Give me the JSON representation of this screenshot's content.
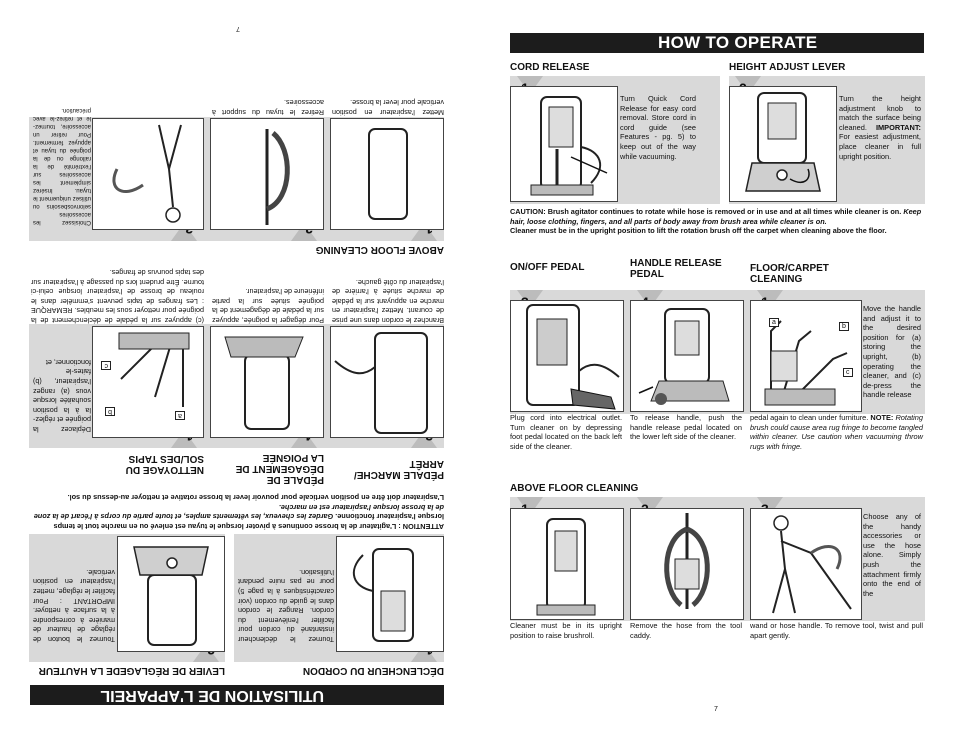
{
  "right": {
    "banner": "HOW TO OPERATE",
    "page_number": "7",
    "cord_release": {
      "title": "CORD RELEASE",
      "step": "1.",
      "text": "Turn Quick Cord Release for easy cord removal. Store cord in cord guide (see Features - pg. 5) to keep out of the way while vacuuming."
    },
    "height_adjust": {
      "title": "HEIGHT ADJUST LEVER",
      "step": "2.",
      "text_a": "Turn the height adjustment knob to match the surface being cleaned.",
      "important": "IMPORTANT:",
      "text_b": "For easiest adjustment, place cleaner in full upright position."
    },
    "caution": {
      "line1": "CAUTION: Brush agitator continues to rotate while hose is removed or in use and at all times while cleaner is on.",
      "line1_italic": "Keep hair, loose clothing, fingers, and all parts of body away from brush area while cleaner is on.",
      "line2": "Cleaner must be in the upright position to lift the rotation brush off the carpet when cleaning above the floor."
    },
    "onoff": {
      "title": "ON/OFF PEDAL",
      "step": "3.",
      "text": "Plug cord into electrical outlet. Turn cleaner on by depressing foot pedal located on the back left side of the cleaner."
    },
    "handle_release": {
      "title_line1": "HANDLE RELEASE",
      "title_line2": "PEDAL",
      "step": "4.",
      "text": "To release handle, push the handle release pedal located on the lower left side of the cleaner."
    },
    "floor_carpet": {
      "title_line1": "FLOOR/CARPET",
      "title_line2": "CLEANING",
      "step": "1.",
      "labels": [
        "a",
        "b",
        "c"
      ],
      "text_side": "Move the handle and adjust it to the desired position for (a) storing the upright, (b) operating the cleaner, and (c) de-press the handle release",
      "text_bottom": "pedal again to clean under furniture.",
      "note": "NOTE:",
      "note_italic": "Rotating brush could cause area rug fringe to become tangled within cleaner. Use caution when vacuuming throw rugs with fringe."
    },
    "above_floor": {
      "title": "ABOVE FLOOR CLEANING",
      "step1": "1.",
      "step2": "2.",
      "step3": "3.",
      "text1": "Cleaner must be in its upright position to raise brushroll.",
      "text2": "Remove the hose from the tool caddy.",
      "text3_side": "Choose any of the handy accessories or use the hose alone. Simply push the attachment firmly onto the end of the",
      "text3_bottom": "wand or hose handle. To remove tool, twist and pull apart gently."
    }
  },
  "left": {
    "banner": "UTILISATION DE L'APPAREIL",
    "page_number": "7",
    "cord": {
      "title": "DÉCLENCHEUR DU CORDON",
      "step": "1.",
      "text": "Tournez le déclencheur instantané du cordon pour faciliter l'enlèvement du cordon. Rangez le cordon dans le guide du cordon (voir caractéristiques à la page 5) pour ne pas nuire pendant l'utilisation."
    },
    "height": {
      "title": "LEVIER DE RÉGLAGEDE LA HAUTEUR",
      "step": "2.",
      "text": "Tournez le bouton de réglage de hauteur de manière à correspondre à la surface à nettoyer. IMPORTANT : Pour faciliter le réglage, mettez l'aspirateur en position verticale."
    },
    "caution": {
      "line1": "ATTENTION : L'agitateur de la brosse continues à pivoter lorsque le tuyau est enlevé ou en marche tout le temps lorsque l'aspirateur fonctionne.",
      "line1_italic": "Gardez les cheveux, les vêtements amples, et toute partie du corps à l'écart de la zone de la brosse lorsque l'aspirateur est en marche.",
      "line2": "L'aspirateur doit être en position verticale pour pouvoir lever la brosse rotative et nettoyer au-dessus du sol."
    },
    "pedal": {
      "title_line1": "PÉDALE MARCHE/",
      "title_line2": "ARRÊT",
      "step": "3.",
      "text": "Branchez le cordon dans une prise de courant. Mettez l'aspirateur en marche en appuyant sur la pédale de marche située à l'arrière de l'aspirateur du côté gauche."
    },
    "handle": {
      "title_line1": "PÉDALE DE",
      "title_line2": "DÉGAGEMENT DE",
      "title_line3": "LA POIGNÉE",
      "step": "4.",
      "text": "Pour dégager la poignée, appuyez sur la pédale de dégagement de la poignée située sur la partie inférieure de l'aspirateur."
    },
    "floor": {
      "title_line1": "NETTOYAGE DU",
      "title_line2": "SOL/DES TAPIS",
      "step": "1.",
      "labels": [
        "a",
        "b",
        "c"
      ],
      "text_side": "Déplacez la poignée et réglez-la à la position souhaitée lorsque vous (a) rangez l'aspirateur, (b) faites-le fonctionner, et",
      "text_bottom": "(c) appuyez sur la pédale de déclenchement de la poignée pour nettoyer sous les meubles. REMARQUE : Les franges de tapis peuvent s'emmêler dans le rouleau de brosse de l'aspirateur lorsque celui-ci tourne. Être prudent lors du passage à l'aspirateur sur des tapis pourvus de franges."
    },
    "above": {
      "title": "ABOVE FLOOR CLEANING",
      "step1": "1.",
      "step2": "2.",
      "step3": "3.",
      "text1": "Mettez l'aspirateur en position verticale pour lever la brosse.",
      "text2": "Retirez le tuyau du support à accessoires.",
      "text3": "Choisissez les accessoires selonvosbesoins ou utilisez uniquement le tuyau. Insérez simplement les accessoires sur l'extrémité de la rallonge ou de la poignée du tuyau et appuyez fermement. Pour retirer un accessoire, tournez-le et retirez-le avec précaution."
    }
  }
}
